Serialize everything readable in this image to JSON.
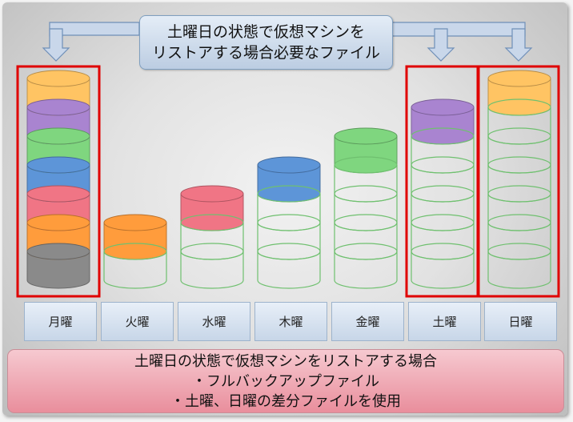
{
  "title_lines": [
    "土曜日の状態で仮想マシンを",
    "リストアする場合必要なファイル"
  ],
  "days": [
    {
      "label": "月曜",
      "stack": [
        "#8a8a8a",
        "#ff9c3c",
        "#f07585",
        "#5d95d8",
        "#7fd67f",
        "#a984d0",
        "#ffc463"
      ],
      "empty": 0,
      "highlight": true
    },
    {
      "label": "火曜",
      "stack": [
        "#ff9c3c"
      ],
      "empty": 1,
      "highlight": false
    },
    {
      "label": "水曜",
      "stack": [
        "#f07585"
      ],
      "empty": 2,
      "highlight": false
    },
    {
      "label": "木曜",
      "stack": [
        "#5d95d8"
      ],
      "empty": 3,
      "highlight": false
    },
    {
      "label": "金曜",
      "stack": [
        "#7fd67f"
      ],
      "empty": 4,
      "highlight": false
    },
    {
      "label": "土曜",
      "stack": [
        "#a984d0"
      ],
      "empty": 5,
      "highlight": true
    },
    {
      "label": "日曜",
      "stack": [
        "#ffc463"
      ],
      "empty": 6,
      "highlight": true
    }
  ],
  "arrow_targets": [
    "月曜",
    "土曜",
    "日曜"
  ],
  "note_lines": [
    "土曜日の状態で仮想マシンをリストアする場合",
    "・フルバックアップファイル",
    "・土曜、日曜の差分ファイルを使用"
  ],
  "colors": {
    "highlight": "#e00000",
    "empty_stroke": "#6fc06f",
    "arrow_fill": "#c9d7ea",
    "arrow_stroke": "#6f8fb8"
  }
}
